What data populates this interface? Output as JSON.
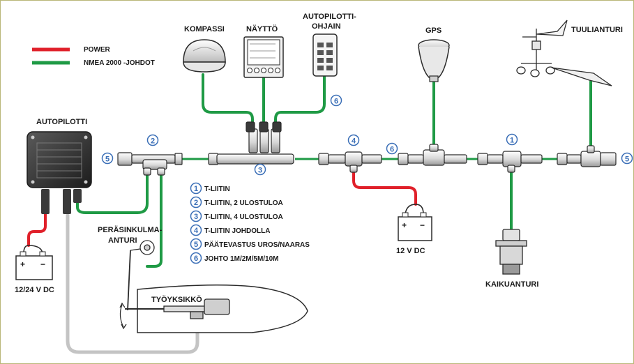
{
  "legend": [
    {
      "label": "POWER",
      "color": "#e0202a"
    },
    {
      "label": "NMEA 2000 -JOHDOT",
      "color": "#1f9a45"
    }
  ],
  "devices": {
    "compass": "KOMPASSI",
    "display": "NÄYTTÖ",
    "autopilot_controller": [
      "AUTOPILOTTI-",
      "OHJAIN"
    ],
    "gps": "GPS",
    "wind_sensor": "TUULIANTURI",
    "autopilot": "AUTOPILOTTI",
    "rudder_sensor": [
      "PERÄSINKULMA-",
      "ANTURI"
    ],
    "drive_unit": "TYÖYKSIKKÖ",
    "echo_sounder": "KAIKUANTURI",
    "battery_main": "12/24 V DC",
    "battery_bus": "12 V DC",
    "plus": "+",
    "minus": "−"
  },
  "markers": {
    "m1a": "1",
    "m1b": "1",
    "m2": "2",
    "m3": "3",
    "m4": "4",
    "m5a": "5",
    "m5b": "5",
    "m6a": "6",
    "m6b": "6"
  },
  "key": [
    {
      "num": "1",
      "text": "T-LIITIN"
    },
    {
      "num": "2",
      "text": "T-LIITIN, 2 ULOSTULOA"
    },
    {
      "num": "3",
      "text": "T-LIITIN, 4 ULOSTULOA"
    },
    {
      "num": "4",
      "text": "T-LIITIN JOHDOLLA"
    },
    {
      "num": "5",
      "text": "PÄÄTEVASTUS UROS/NAARAS"
    },
    {
      "num": "6",
      "text": "JOHTO 1M/2M/5M/10M"
    }
  ],
  "colors": {
    "nmea": "#1f9a45",
    "power": "#e0202a",
    "drive_cable": "#c4c4c4",
    "outline": "#2b2b2b",
    "marker": "#3b6fb7",
    "frame": "#b9b778"
  }
}
